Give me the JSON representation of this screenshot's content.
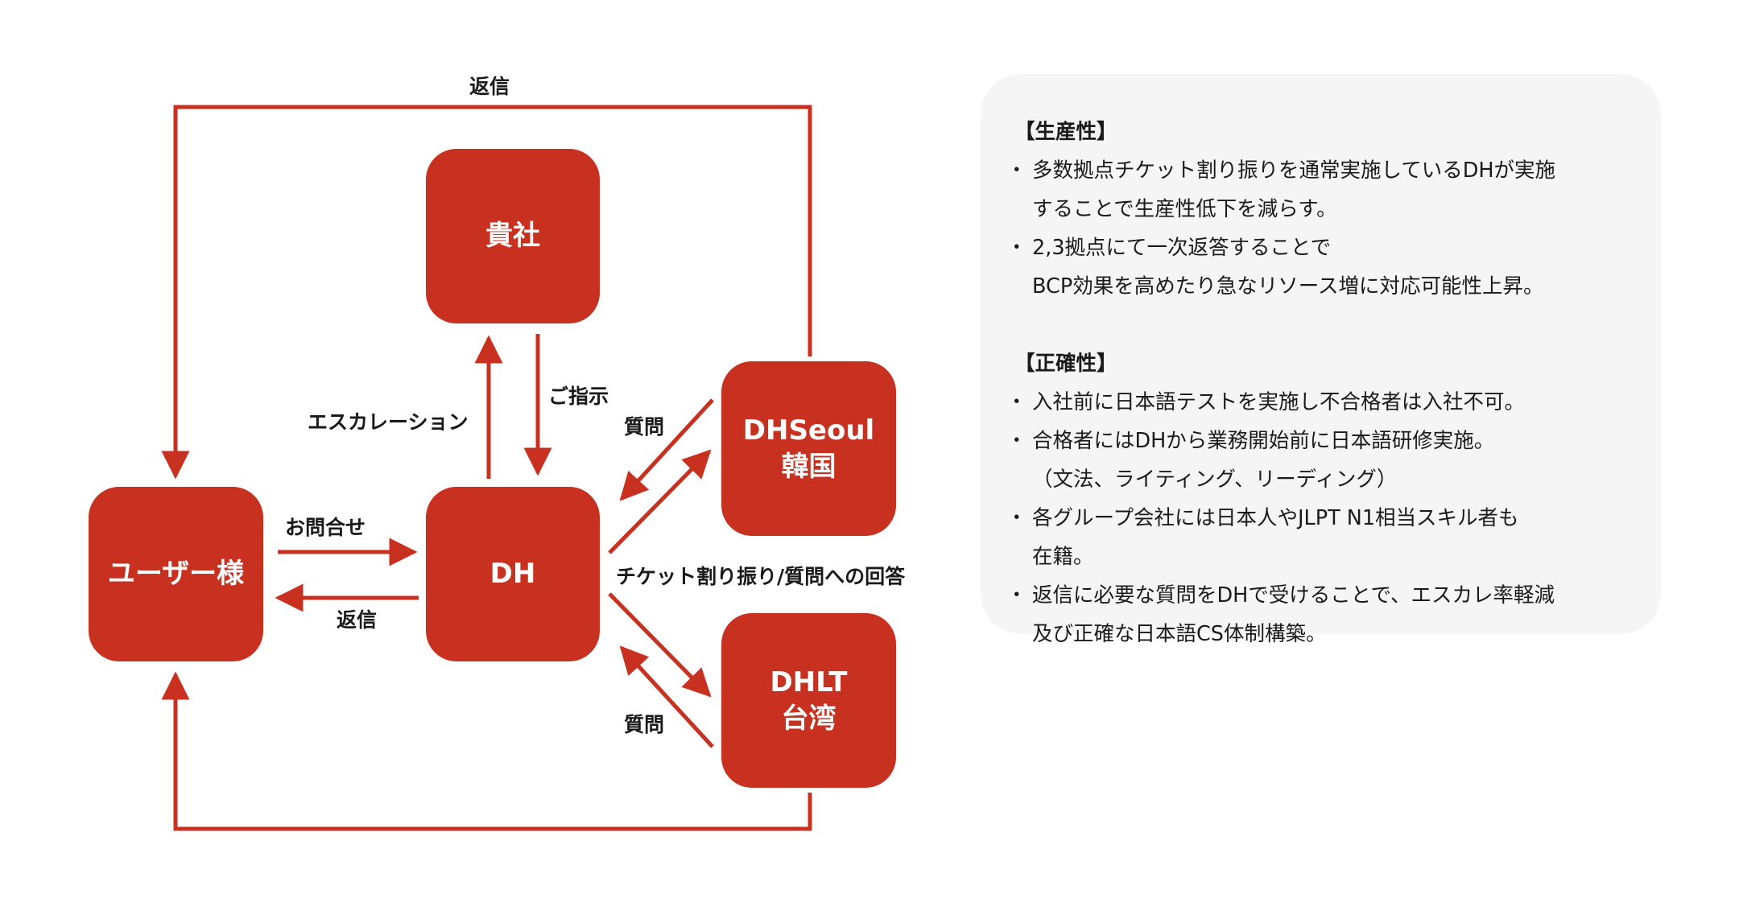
{
  "nodes": {
    "kisha": "貴社",
    "user": "ユーザー様",
    "dh": "DH",
    "seoul_line1": "DHSeoul",
    "seoul_line2": "韓国",
    "dhlt_line1": "DHLT",
    "dhlt_line2": "台湾"
  },
  "labels": {
    "reply_top": "返信",
    "inquiry": "お問合せ",
    "reply_mid": "返信",
    "escalation": "エスカレーション",
    "instruction": "ご指示",
    "question_upper": "質問",
    "question_lower": "質問",
    "ticket": "チケット割り振り/質問への回答"
  },
  "colors": {
    "accent": "#c8301f",
    "panel_bg": "#f5f5f5",
    "text": "#1a1a1a"
  },
  "panel": {
    "productivity_title": "【生産性】",
    "productivity_items": [
      {
        "lines": [
          "多数拠点チケット割り振りを通常実施しているDHが実施",
          "することで生産性低下を減らす。"
        ]
      },
      {
        "lines": [
          "2,3拠点にて一次返答することで",
          "BCP効果を高めたり急なリソース増に対応可能性上昇。"
        ]
      }
    ],
    "accuracy_title": "【正確性】",
    "accuracy_items": [
      {
        "lines": [
          "入社前に日本語テストを実施し不合格者は入社不可。"
        ]
      },
      {
        "lines": [
          "合格者にはDHから業務開始前に日本語研修実施。",
          "（文法、ライティング、リーディング）"
        ]
      },
      {
        "lines": [
          "各グループ会社には日本人やJLPT N1相当スキル者も",
          "在籍。"
        ]
      },
      {
        "lines": [
          "返信に必要な質問をDHで受けることで、エスカレ率軽減",
          "及び正確な日本語CS体制構築。"
        ]
      }
    ]
  }
}
